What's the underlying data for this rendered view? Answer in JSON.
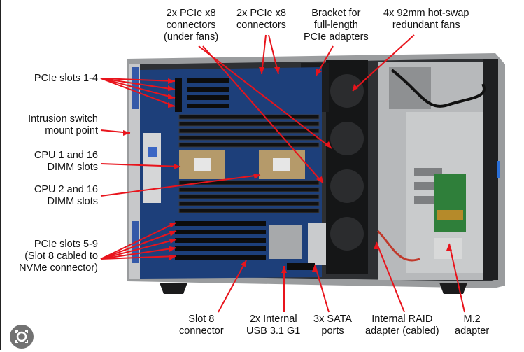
{
  "labels": {
    "pcie_x8_under_fans": [
      "2x PCIe x8",
      "connectors",
      "(under fans)"
    ],
    "pcie_x8": [
      "2x PCIe x8",
      "connectors"
    ],
    "bracket": [
      "Bracket for",
      "full-length",
      "PCIe adapters"
    ],
    "fans": [
      "4x 92mm hot-swap",
      "redundant fans"
    ],
    "pcie_1_4": [
      "PCIe slots 1-4"
    ],
    "intrusion": [
      "Intrusion switch",
      "mount point"
    ],
    "cpu1": [
      "CPU 1 and 16",
      "DIMM slots"
    ],
    "cpu2": [
      "CPU 2 and 16",
      "DIMM slots"
    ],
    "pcie_5_9": [
      "PCIe slots 5-9",
      "(Slot 8 cabled to",
      "NVMe connector)"
    ],
    "slot8": [
      "Slot 8",
      "connector"
    ],
    "usb": [
      "2x Internal",
      "USB 3.1 G1"
    ],
    "sata": [
      "3x SATA",
      "ports"
    ],
    "raid": [
      "Internal RAID",
      "adapter (cabled)"
    ],
    "m2": [
      "M.2",
      "adapter"
    ]
  },
  "colors": {
    "callout": "#e8141c"
  },
  "icons": {
    "lens": "lens-search-icon"
  }
}
